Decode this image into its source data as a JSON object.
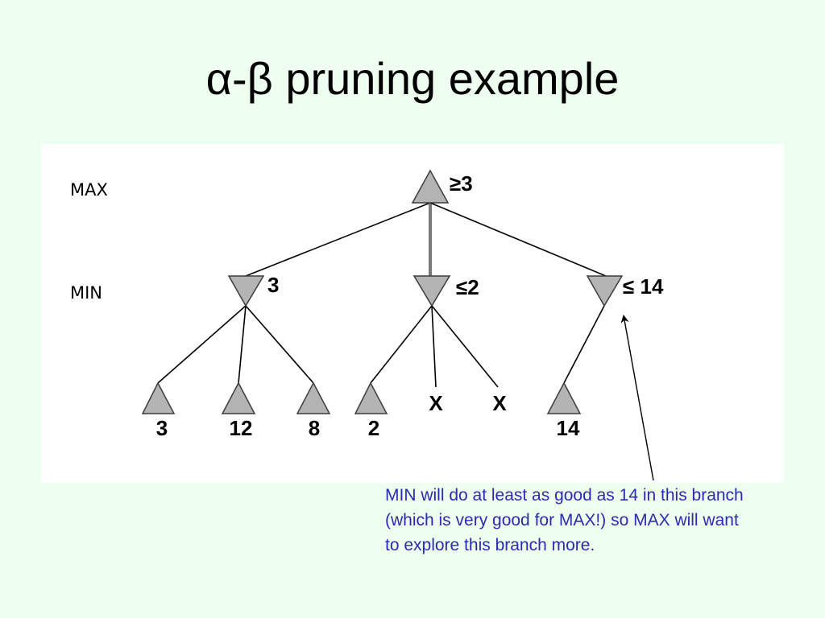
{
  "slide": {
    "title": "α-β pruning example"
  },
  "diagram": {
    "level_labels": {
      "max": "MAX",
      "min": "MIN"
    },
    "root": {
      "label": "≥3"
    },
    "min_nodes": [
      {
        "label": "3"
      },
      {
        "label": "≤2"
      },
      {
        "label": "≤ 14"
      }
    ],
    "leaves": [
      {
        "label": "3"
      },
      {
        "label": "12"
      },
      {
        "label": "8"
      },
      {
        "label": "2"
      },
      {
        "label": "X"
      },
      {
        "label": "X"
      },
      {
        "label": "14"
      }
    ],
    "colors": {
      "node_fill": "#b4b4b4",
      "caption_text": "#2b2bb0",
      "slide_background": "#efffef"
    }
  },
  "caption": {
    "lines": [
      "MIN will do at least as good as 14 in this branch",
      "(which is very good for MAX!) so MAX will want",
      "to explore this branch more."
    ]
  }
}
